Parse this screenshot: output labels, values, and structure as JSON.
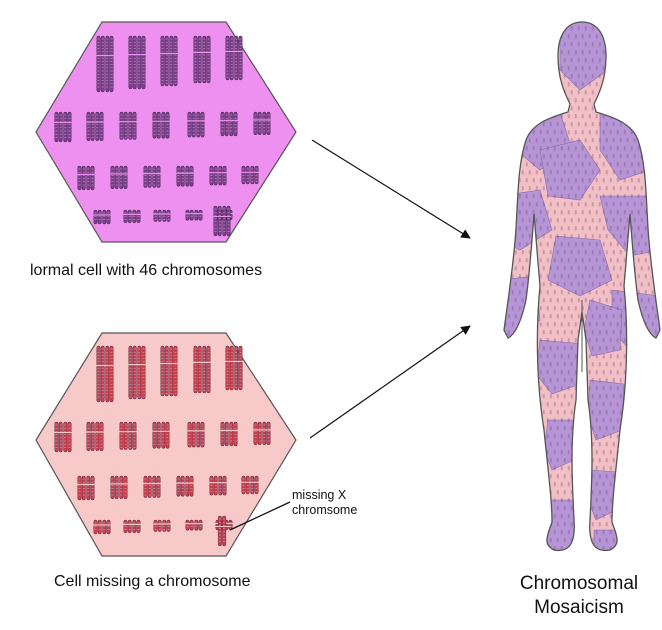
{
  "captions": {
    "normal_cell": "lormal cell with 46 chromosomes",
    "missing_cell": "Cell missing a chromosome",
    "missing_x_line1": "missing X",
    "missing_x_line2": "chromsome",
    "mosaic_line1": "Chromosomal",
    "mosaic_line2": "Mosaicism"
  },
  "colors": {
    "normal_cell_fill": "#ee90f0",
    "missing_cell_fill": "#f8c9c9",
    "normal_chromosome": "#7a3f8c",
    "missing_chromosome": "#c9404c",
    "body_purple": "#b595d6",
    "body_pink": "#f2c0c4",
    "outline": "#555555"
  }
}
